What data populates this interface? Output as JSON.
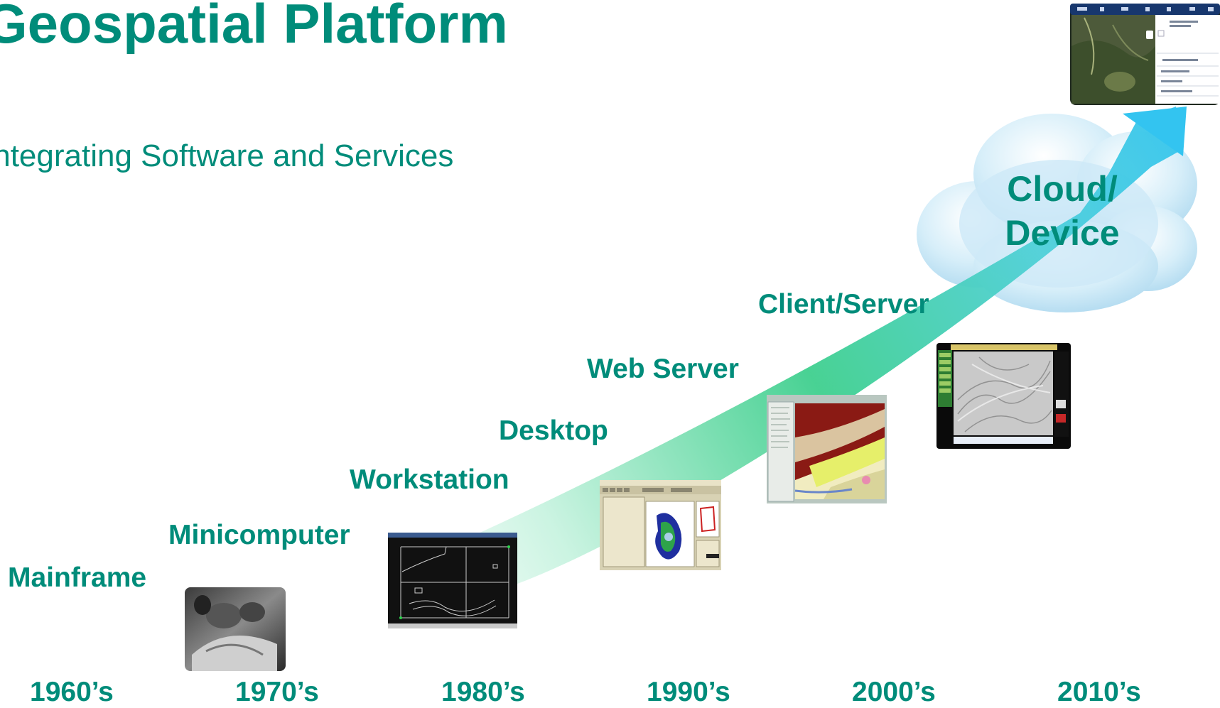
{
  "header": {
    "title": "Geospatial Platform",
    "subtitle": "Integrating Software and Services"
  },
  "eras": [
    {
      "label": "Mainframe"
    },
    {
      "label": "Minicomputer"
    },
    {
      "label": "Workstation"
    },
    {
      "label": "Desktop"
    },
    {
      "label": "Web Server"
    },
    {
      "label": "Client/Server"
    },
    {
      "label": "Cloud/ Device"
    }
  ],
  "cloud": {
    "line1": "Cloud/",
    "line2": "Device"
  },
  "decades": [
    {
      "label": "1960’s"
    },
    {
      "label": "1970’s"
    },
    {
      "label": "1980’s"
    },
    {
      "label": "1990’s"
    },
    {
      "label": "2000’s"
    },
    {
      "label": "2010’s"
    }
  ],
  "colors": {
    "accent": "#008c7a",
    "arrow_start": "#ffffff",
    "arrow_mid": "#3fcf8e",
    "arrow_end": "#33c4f0",
    "cloud": "#bfe3f6"
  },
  "images": [
    {
      "name": "mainframe-photo",
      "icon": "photo-icon"
    },
    {
      "name": "workstation-screen",
      "icon": "monitor-icon"
    },
    {
      "name": "desktop-gis-screen",
      "icon": "window-icon"
    },
    {
      "name": "web-server-map-screen",
      "icon": "map-icon"
    },
    {
      "name": "client-server-map-screen",
      "icon": "map-icon"
    },
    {
      "name": "mobile-device-screen",
      "icon": "tablet-icon"
    }
  ]
}
